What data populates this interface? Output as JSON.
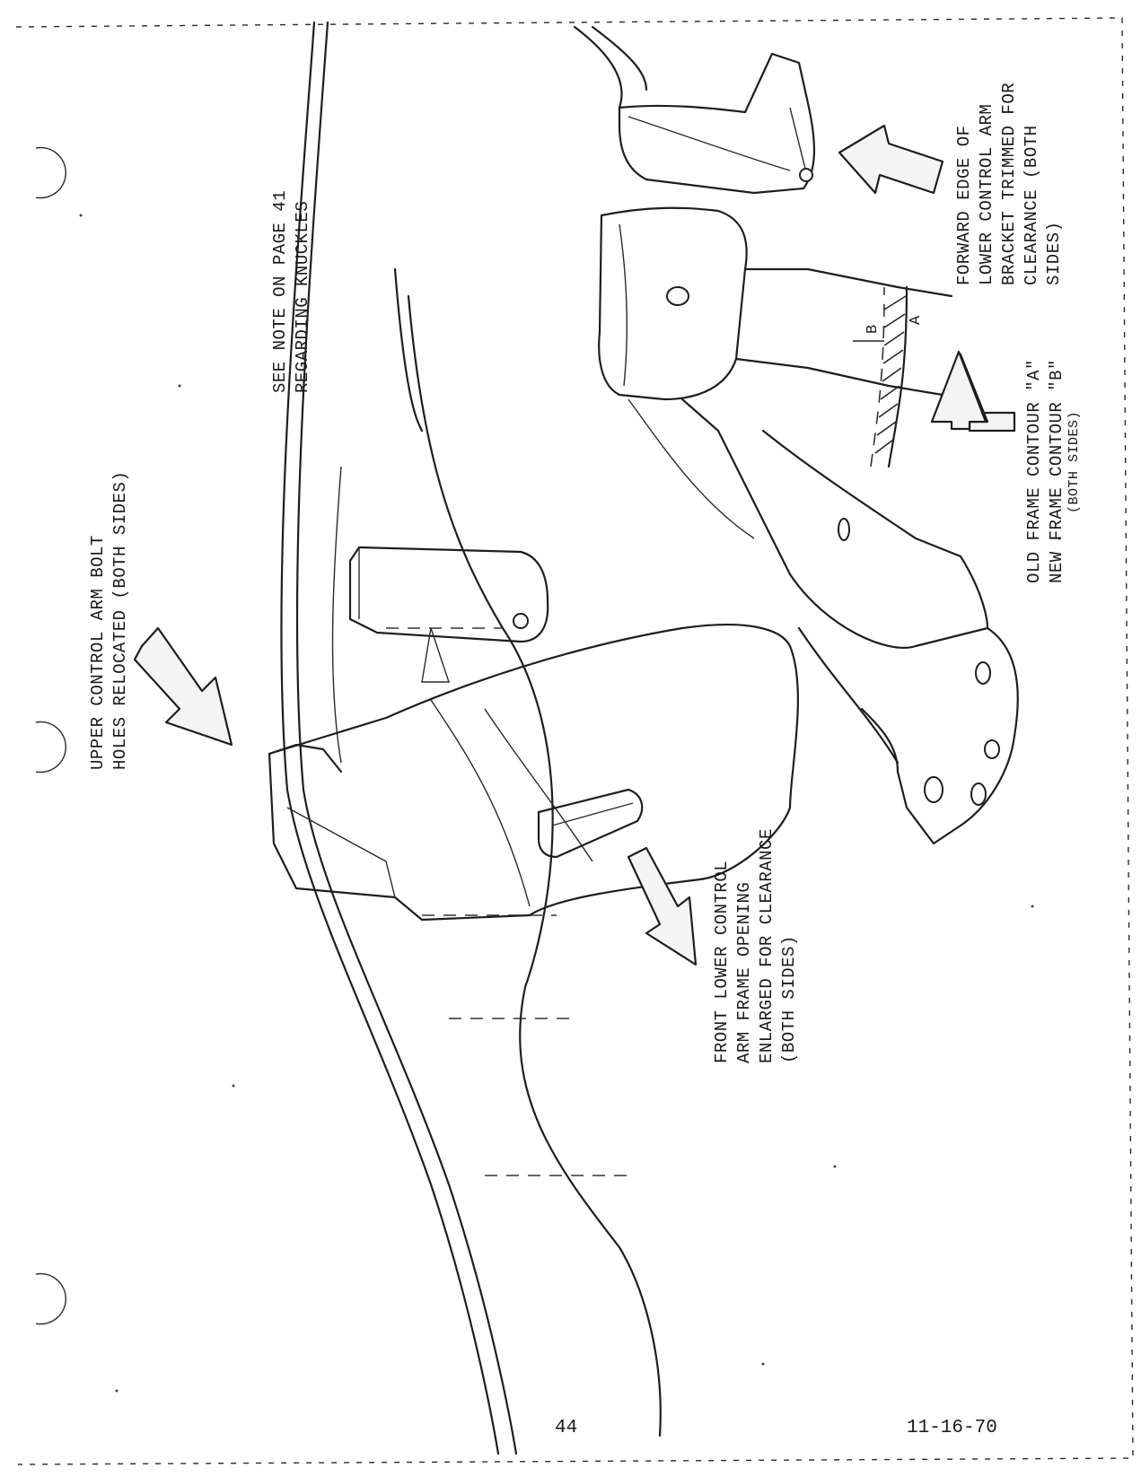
{
  "labels": {
    "upper_control_arm": [
      "UPPER CONTROL ARM BOLT",
      "HOLES   RELOCATED (BOTH SIDES)"
    ],
    "see_note": [
      "SEE NOTE ON PAGE 41",
      "REGARDING KNUCKLES"
    ],
    "front_lower_control_arm": [
      "FRONT LOWER CONTROL",
      "ARM FRAME OPENING",
      "ENLARGED FOR CLEARANCE",
      "(BOTH SIDES)"
    ],
    "old_frame_contour": "OLD FRAME CONTOUR \"A\"",
    "new_frame_contour": "NEW FRAME CONTOUR \"B\"",
    "new_frame_contour_sub": "(BOTH SIDES)",
    "forward_edge": [
      "FORWARD EDGE OF",
      "LOWER CONTROL ARM",
      "BRACKET TRIMMED FOR",
      "CLEARANCE (BOTH",
      "SIDES)"
    ],
    "contour_marker_a": "A",
    "contour_marker_b": "B"
  },
  "footer": {
    "page_number": "44",
    "date": "11-16-70"
  },
  "colors": {
    "paper": "#ffffff",
    "ink": "#1a1a1a"
  }
}
